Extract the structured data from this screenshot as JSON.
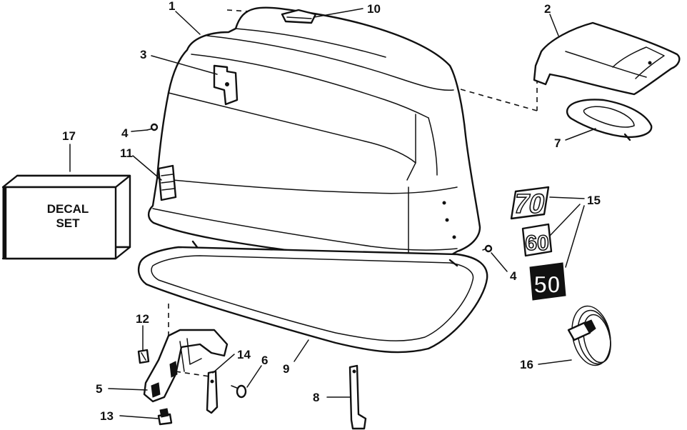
{
  "callouts": {
    "c1": "1",
    "c2": "2",
    "c3": "3",
    "c4a": "4",
    "c4b": "4",
    "c5": "5",
    "c6": "6",
    "c7": "7",
    "c8": "8",
    "c9": "9",
    "c10": "10",
    "c11": "11",
    "c12": "12",
    "c13": "13",
    "c14": "14",
    "c15": "15",
    "c16": "16",
    "c17": "17"
  },
  "decal_box": {
    "line1": "DECAL",
    "line2": "SET"
  },
  "model_decals": {
    "d70": "70",
    "d60": "60",
    "d50": "50"
  }
}
